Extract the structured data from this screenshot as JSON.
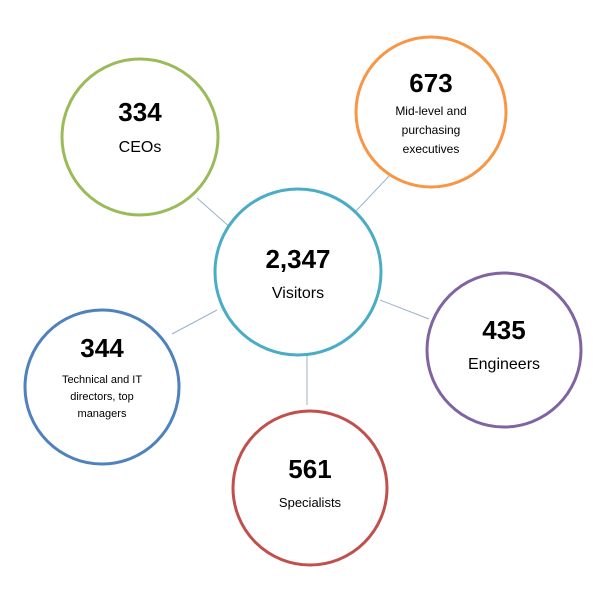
{
  "center": {
    "value": "2,347",
    "label_lines": [
      "Visitors"
    ],
    "color": "#4bacc6"
  },
  "nodes": [
    {
      "id": "ceos",
      "value": "334",
      "label_lines": [
        "CEOs"
      ],
      "color": "#9bbb59"
    },
    {
      "id": "mid-level",
      "value": "673",
      "label_lines": [
        "Mid-level and",
        "purchasing",
        "executives"
      ],
      "color": "#f79646"
    },
    {
      "id": "engineers",
      "value": "435",
      "label_lines": [
        "Engineers"
      ],
      "color": "#8064a2"
    },
    {
      "id": "specialists",
      "value": "561",
      "label_lines": [
        "Specialists"
      ],
      "color": "#c0504d"
    },
    {
      "id": "technical",
      "value": "344",
      "label_lines": [
        "Technical and IT",
        "directors, top",
        "managers"
      ],
      "color": "#4f81bd"
    }
  ]
}
